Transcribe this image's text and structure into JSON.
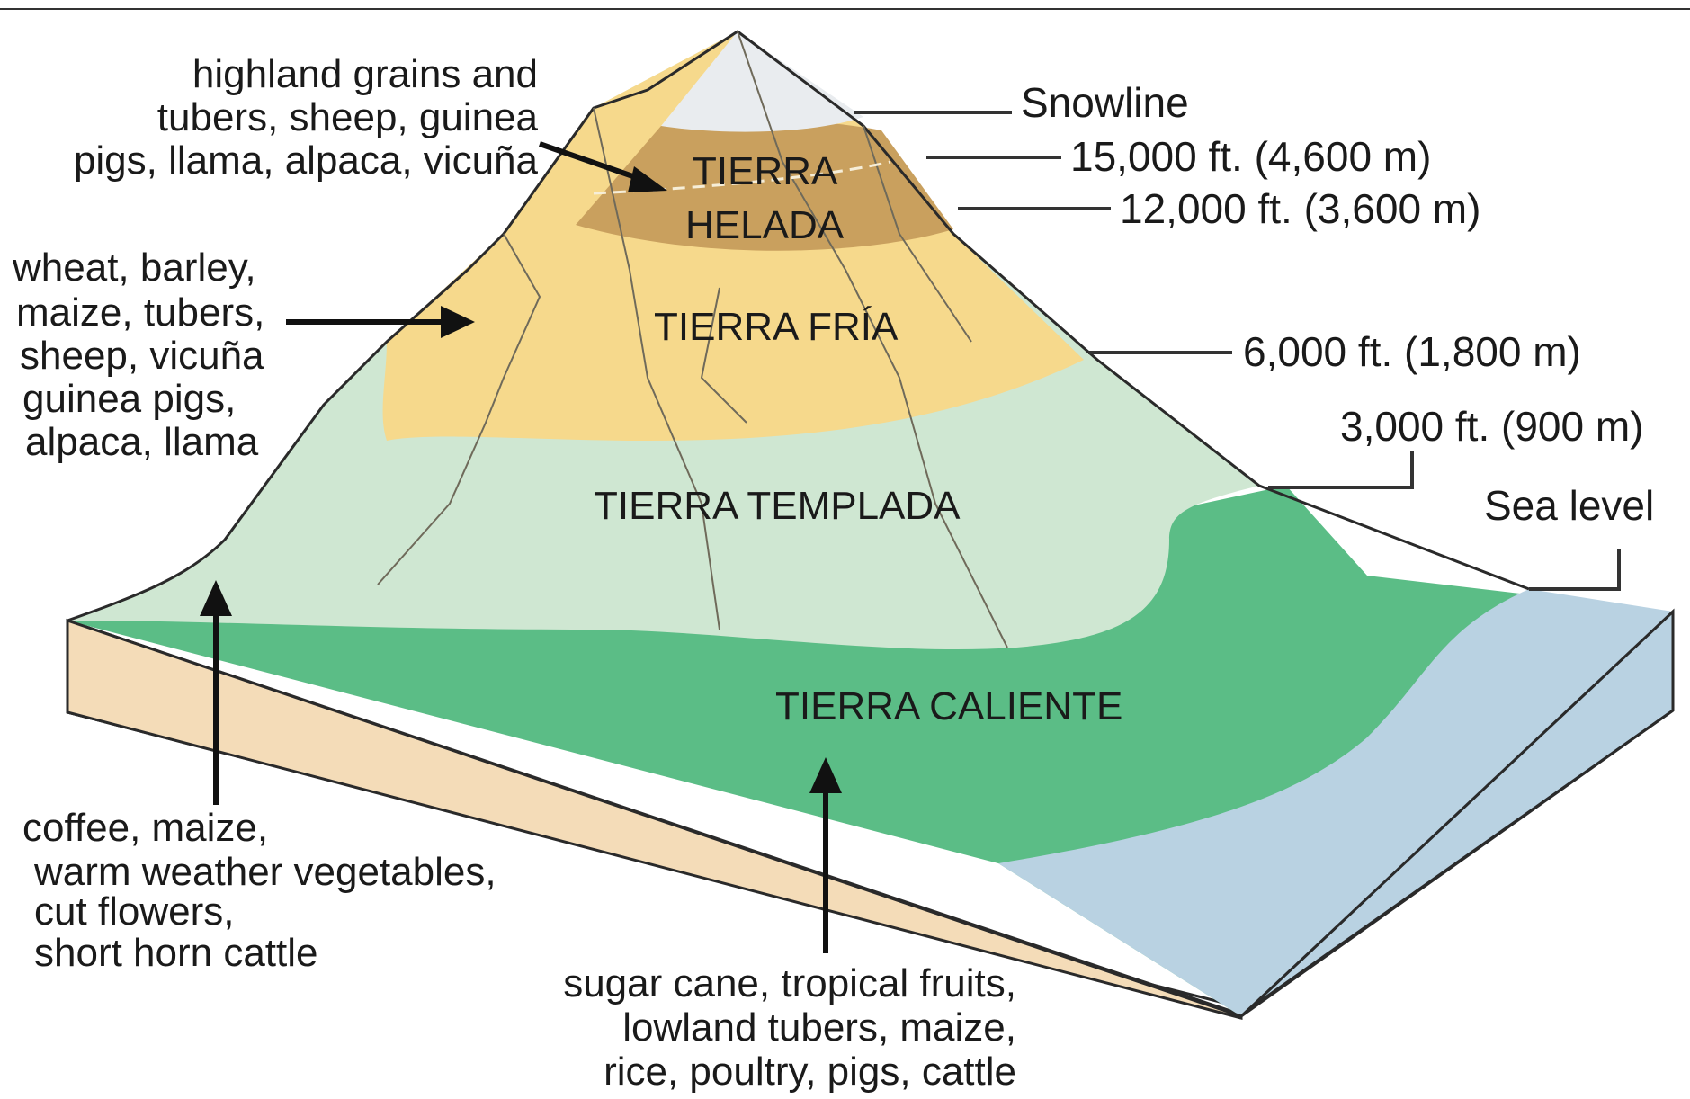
{
  "zones": {
    "helada_line1": "TIERRA",
    "helada_line2": "HELADA",
    "fria": "TIERRA FRÍA",
    "templada": "TIERRA TEMPLADA",
    "caliente": "TIERRA CALIENTE"
  },
  "elevations": {
    "snowline": "Snowline",
    "e15000": "15,000 ft. (4,600 m)",
    "e12000": "12,000 ft. (3,600 m)",
    "e6000": "6,000 ft. (1,800 m)",
    "e3000": "3,000 ft. (900 m)",
    "sea_level": "Sea level"
  },
  "products": {
    "helada": [
      "highland grains and",
      "tubers, sheep, guinea",
      "pigs, llama, alpaca, vicuña"
    ],
    "fria": [
      "wheat, barley,",
      "maize, tubers,",
      "sheep, vicuña",
      "guinea pigs,",
      "alpaca, llama"
    ],
    "templada": [
      "coffee, maize,",
      "warm weather vegetables,",
      "cut flowers,",
      "short horn cattle"
    ],
    "caliente": [
      "sugar cane, tropical fruits,",
      "lowland tubers, maize,",
      "rice, poultry, pigs, cattle"
    ]
  },
  "colors": {
    "snow": "#e9ecef",
    "helada": "#c9a05e",
    "fria": "#f6d98c",
    "templada": "#cfe7d2",
    "caliente": "#5bbd86",
    "sea": "#b9d2e2",
    "soil": "#f4dcb8"
  }
}
